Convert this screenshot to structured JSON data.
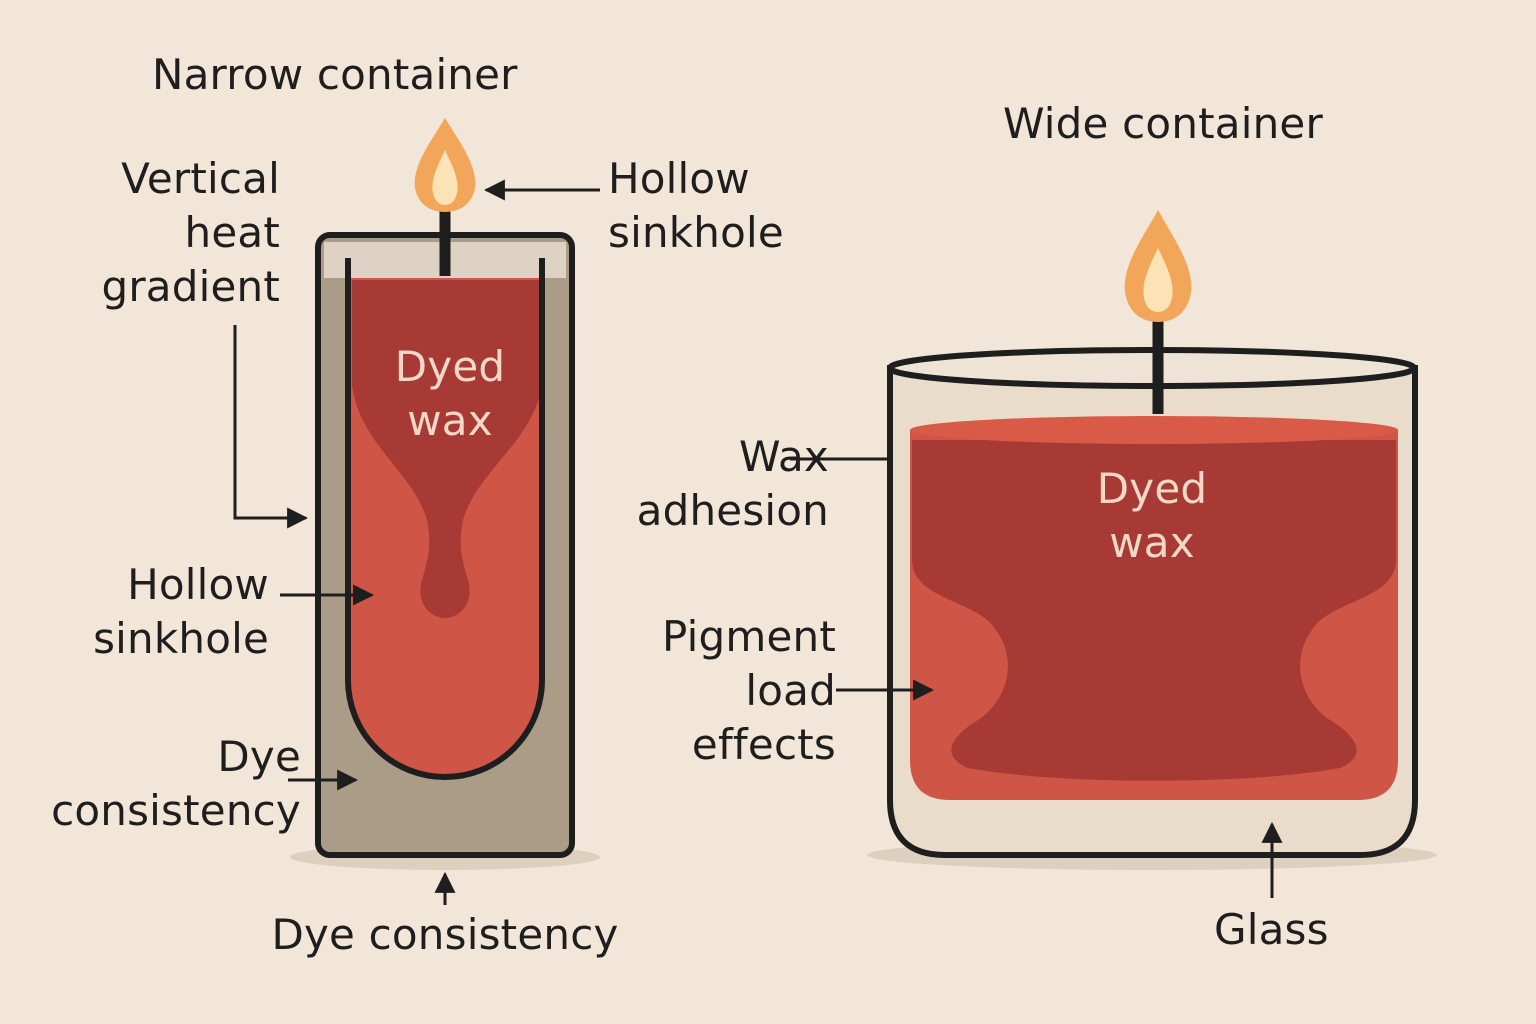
{
  "narrow": {
    "title": "Narrow container",
    "vertical_heat_gradient": "Vertical\nheat\ngradient",
    "hollow_sinkhole_top": "Hollow\nsinkhole",
    "dyed_wax": "Dyed\nwax",
    "hollow_sinkhole_left": "Hollow\nsinkhole",
    "dye_consistency_left": "Dye\nconsistency",
    "dye_consistency_bottom": "Dye consistency"
  },
  "wide": {
    "title": "Wide container",
    "wax_adhesion": "Wax\nadhesion",
    "dyed_wax": "Dyed\nwax",
    "pigment_load_effects": "Pigment\nload\neffects",
    "glass": "Glass"
  },
  "colors": {
    "background": "#f1e6d8",
    "wax_light": "#cf5646",
    "wax_dark": "#a83a35",
    "container_fill": "#ab9c88",
    "glass_fill": "#e9dccb",
    "outline": "#1e1e1e",
    "flame_outer": "#f2a65a",
    "flame_inner": "#fbe3b5"
  }
}
